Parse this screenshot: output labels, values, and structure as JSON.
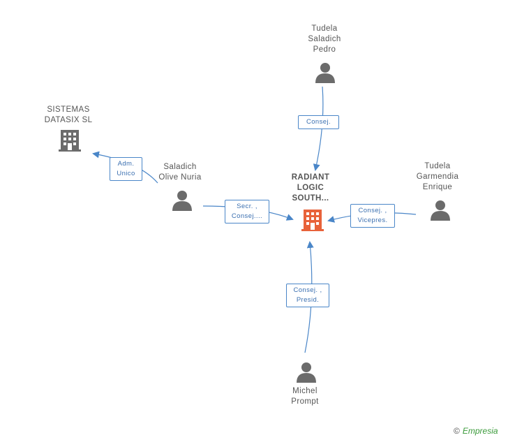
{
  "colors": {
    "edge": "#4a86c8",
    "person_icon": "#6b6b6b",
    "company_icon": "#6b6b6b",
    "main_company_icon": "#e8623a"
  },
  "nodes": {
    "main": {
      "lines": [
        "RADIANT",
        "LOGIC",
        "SOUTH..."
      ]
    },
    "tudela_pedro": {
      "lines": [
        "Tudela",
        "Saladich",
        "Pedro"
      ]
    },
    "sistemas": {
      "lines": [
        "SISTEMAS",
        "DATASIX SL"
      ]
    },
    "saladich": {
      "lines": [
        "Saladich",
        "Olive Nuria"
      ]
    },
    "tudela_enrique": {
      "lines": [
        "Tudela",
        "Garmendia",
        "Enrique"
      ]
    },
    "michel": {
      "lines": [
        "Michel",
        "Prompt"
      ]
    }
  },
  "edges": {
    "pedro_main": {
      "lines": [
        "Consej."
      ]
    },
    "saladich_sistemas": {
      "lines": [
        "Adm.",
        "Unico"
      ]
    },
    "saladich_main": {
      "lines": [
        "Secr. ,",
        "Consej...."
      ]
    },
    "enrique_main": {
      "lines": [
        "Consej. ,",
        "Vicepres."
      ]
    },
    "michel_main": {
      "lines": [
        "Consej. ,",
        "Presid."
      ]
    }
  },
  "brand": {
    "copyright": "©",
    "name": "Empresia"
  }
}
